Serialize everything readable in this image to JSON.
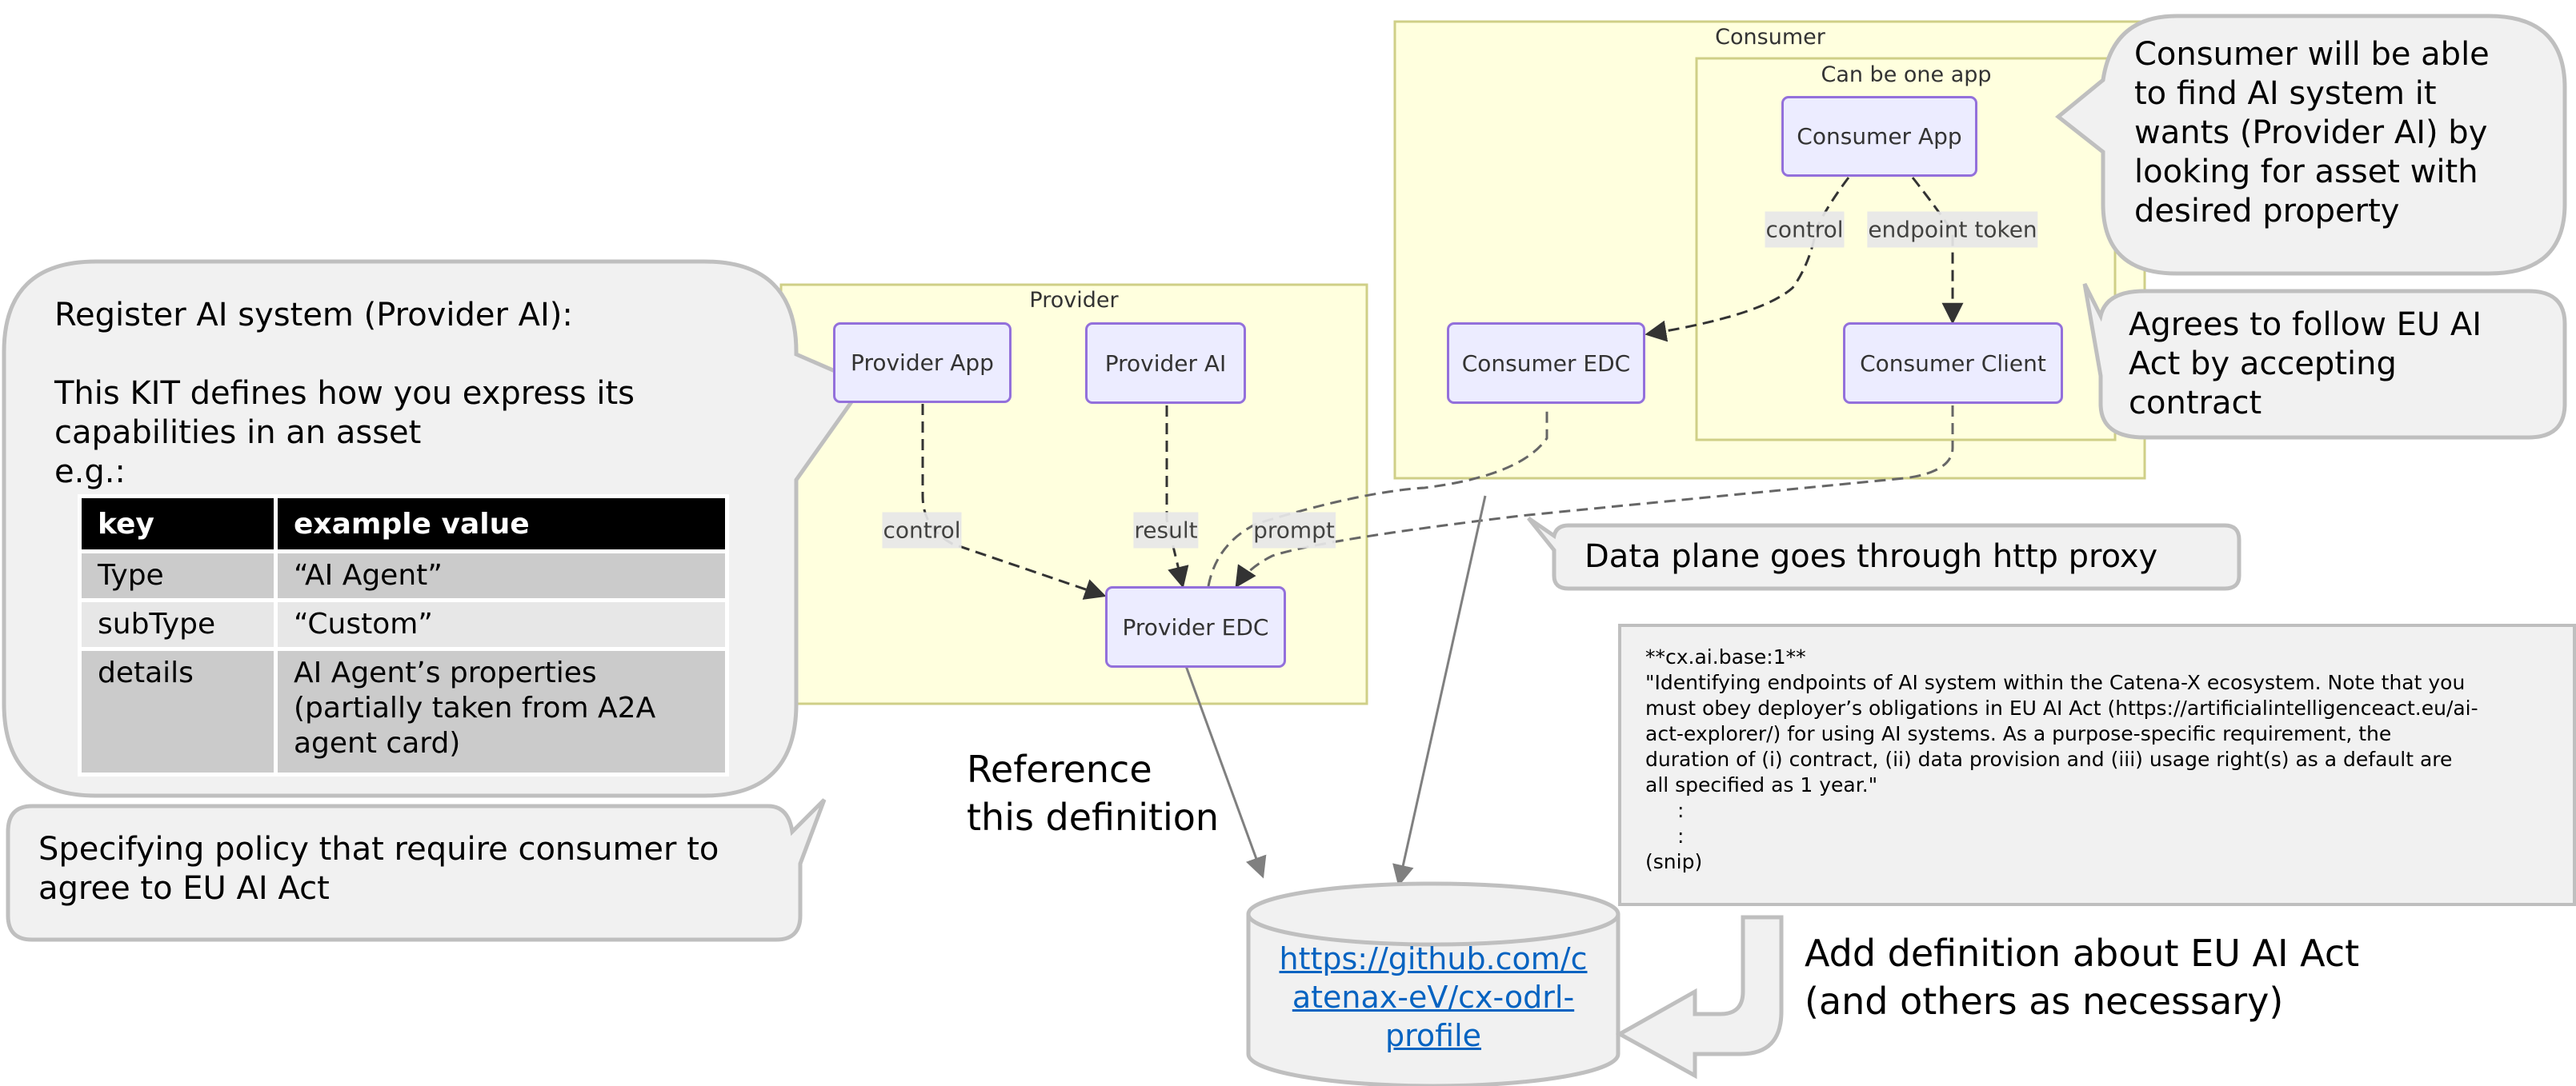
{
  "groups": {
    "provider": "Provider",
    "consumer": "Consumer",
    "consumer_inner": "Can be one app"
  },
  "nodes": {
    "provider_app": "Provider App",
    "provider_ai": "Provider AI",
    "provider_edc": "Provider EDC",
    "consumer_app": "Consumer App",
    "consumer_edc": "Consumer EDC",
    "consumer_client": "Consumer Client"
  },
  "edges": {
    "provider_control": "control",
    "provider_result": "result",
    "provider_prompt": "prompt",
    "consumer_control": "control",
    "consumer_endpoint_token": "endpoint token"
  },
  "callouts": {
    "register": {
      "line1": "Register AI system (Provider AI):",
      "line2": "This KIT defines how you express its",
      "line3": "capabilities in an asset",
      "line4": "e.g.:",
      "table": {
        "headers": [
          "key",
          "example value"
        ],
        "rows": [
          {
            "key": "Type",
            "value": "“AI Agent”"
          },
          {
            "key": "subType",
            "value": "“Custom”"
          },
          {
            "key": "details",
            "value_lines": [
              "AI Agent’s properties",
              "(partially taken from A2A",
              "agent card)"
            ]
          }
        ]
      }
    },
    "policy": {
      "line1": "Specifying policy that require consumer to",
      "line2": "agree to EU AI Act"
    },
    "find": {
      "lines": [
        "Consumer will be able",
        "to find AI system it",
        "wants (Provider AI) by",
        "looking for asset with",
        "desired property"
      ]
    },
    "agree": {
      "lines": [
        "Agrees to follow EU AI",
        "Act by accepting",
        "contract"
      ]
    },
    "dataplane": "Data plane goes through http proxy"
  },
  "definition_box": {
    "title": "**cx.ai.base:1**",
    "lines": [
      "\"Identifying endpoints of AI system within the Catena-X ecosystem. Note that you",
      "must obey deployer’s obligations in EU AI Act (https://artificialintelligenceact.eu/ai-",
      "act-explorer/) for using AI systems. As a purpose-specific requirement, the",
      "duration of (i) contract, (ii) data provision and (iii) usage right(s) as a default are",
      "all specified as 1 year.\""
    ],
    "ellipsis1": ":",
    "ellipsis2": ":",
    "snip": "(snip)"
  },
  "repository": {
    "link_lines": [
      "https://github.com/c",
      "atenax-eV/cx-odrl-",
      "profile"
    ]
  },
  "annotations": {
    "reference_line1": "Reference",
    "reference_line2": "this definition",
    "add_line1": "Add definition about EU AI Act",
    "add_line2": "(and others as necessary)"
  },
  "colors": {
    "group_fill": "#ffffde",
    "group_stroke": "#cfcf87",
    "node_fill": "#ececff",
    "node_stroke": "#9370db",
    "callout_fill": "#f1f1f1",
    "callout_stroke": "#bfbfbf",
    "link": "#0563c1"
  }
}
